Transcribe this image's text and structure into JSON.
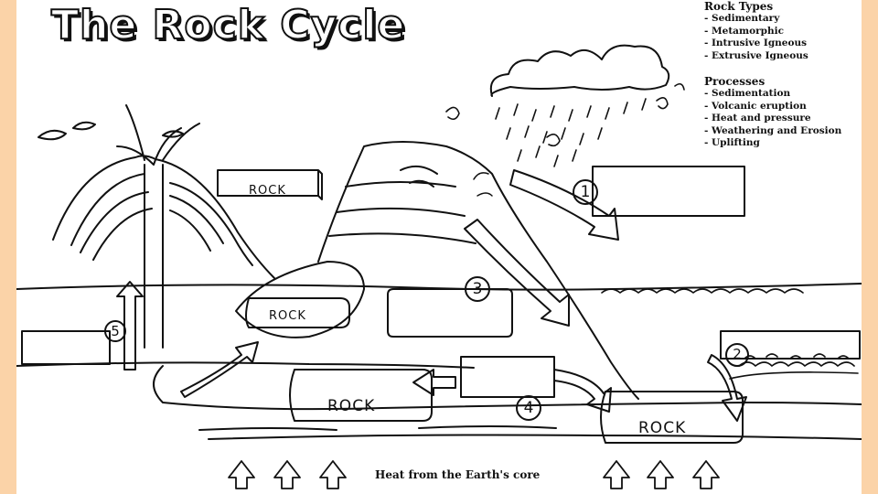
{
  "title": "The Rock Cycle",
  "rock_types": {
    "heading": "Rock Types",
    "items": [
      "- Sedimentary",
      "- Metamorphic",
      "- Intrusive Igneous",
      "- Extrusive Igneous"
    ]
  },
  "processes": {
    "heading": "Processes",
    "items": [
      "- Sedimentation",
      "- Volcanic eruption",
      "- Heat and pressure",
      "- Weathering and Erosion",
      "- Uplifting"
    ]
  },
  "rock_labels": [
    "ROCK",
    "ROCK",
    "ROCK",
    "ROCK"
  ],
  "step_numbers": [
    "1",
    "2",
    "3",
    "4",
    "5"
  ],
  "heat_caption": "Heat from the Earth's core"
}
